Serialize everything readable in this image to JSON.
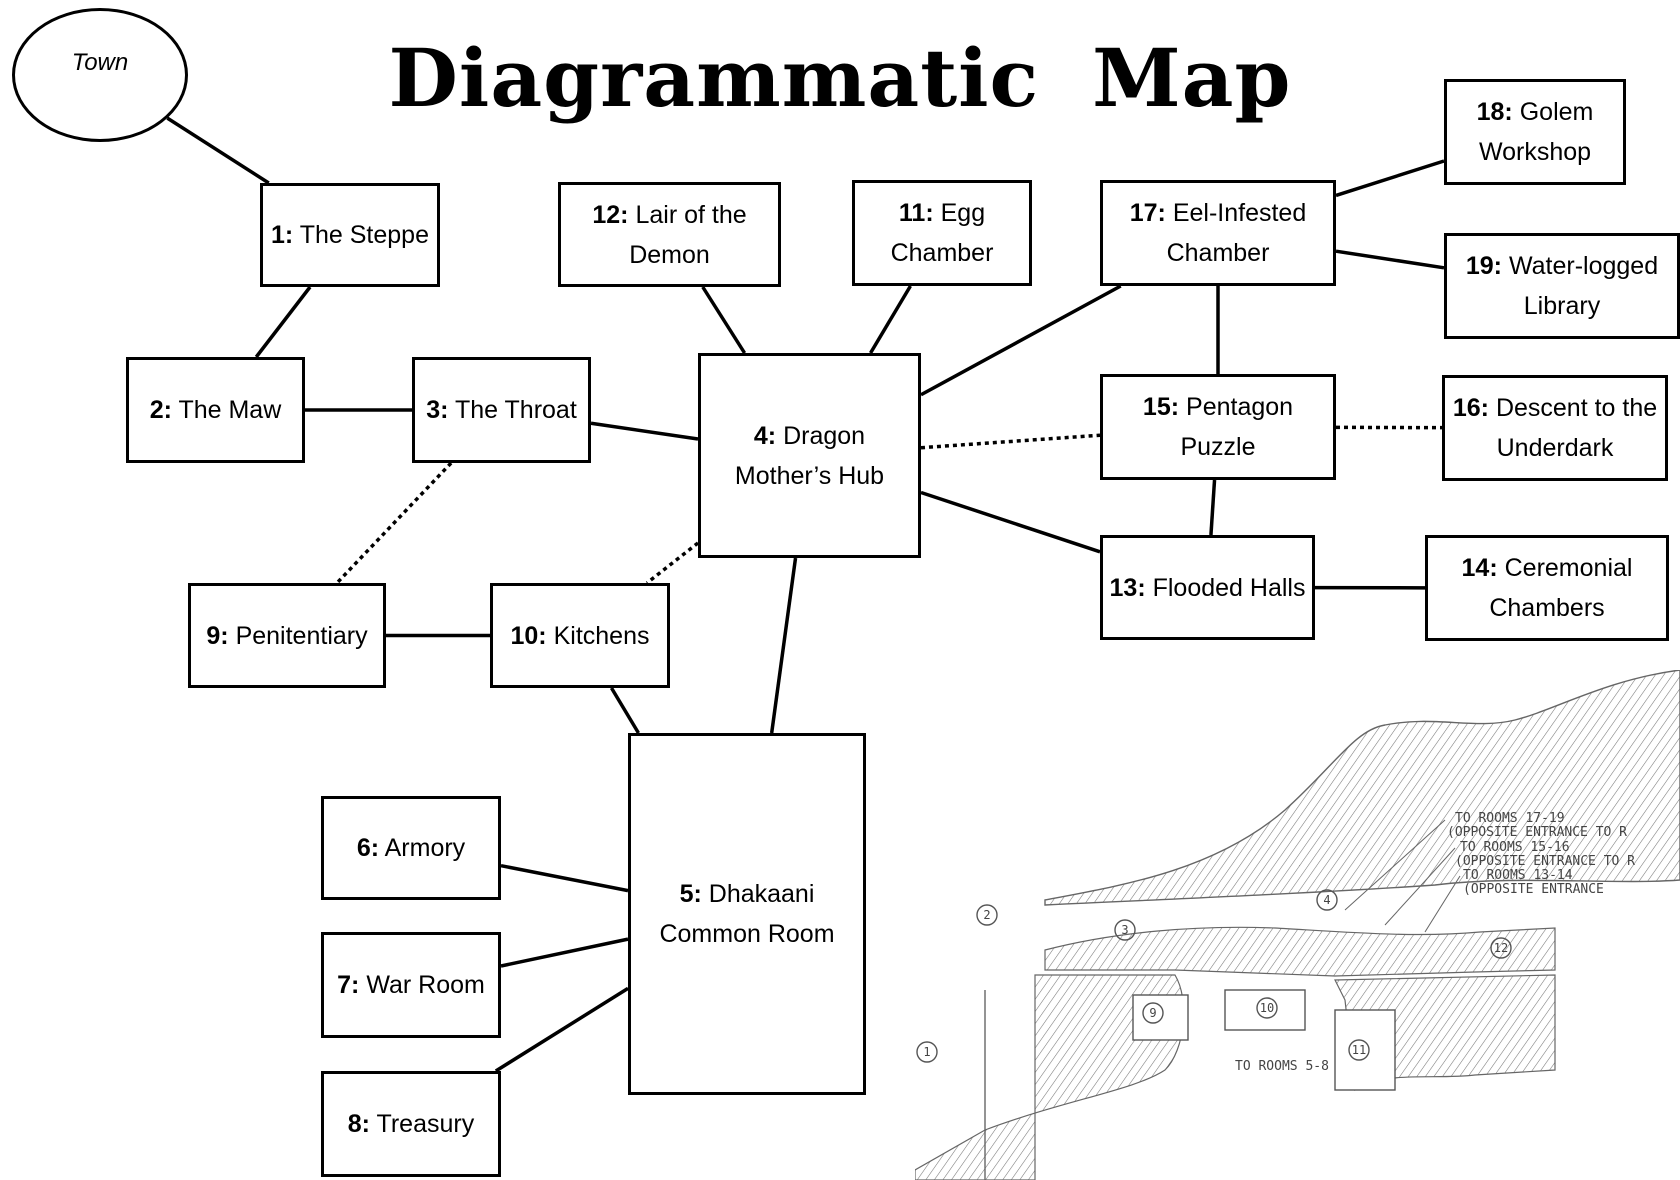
{
  "title": "Diagrammatic Map",
  "town": "Town",
  "rooms": {
    "r1": {
      "num": "1:",
      "name": "The Steppe"
    },
    "r2": {
      "num": "2:",
      "name": "The Maw"
    },
    "r3": {
      "num": "3:",
      "name": "The Throat"
    },
    "r4": {
      "num": "4:",
      "name": "Dragon Mother’s Hub"
    },
    "r5": {
      "num": "5:",
      "name": "Dhakaani Common Room"
    },
    "r6": {
      "num": "6:",
      "name": "Armory"
    },
    "r7": {
      "num": "7:",
      "name": "War Room"
    },
    "r8": {
      "num": "8:",
      "name": "Treasury"
    },
    "r9": {
      "num": "9:",
      "name": "Penitentiary"
    },
    "r10": {
      "num": "10:",
      "name": "Kitchens"
    },
    "r11": {
      "num": "11:",
      "name": "Egg Chamber"
    },
    "r12": {
      "num": "12:",
      "name": "Lair of the Demon"
    },
    "r13": {
      "num": "13:",
      "name": "Flooded Halls"
    },
    "r14": {
      "num": "14:",
      "name": "Ceremonial Chambers"
    },
    "r15": {
      "num": "15:",
      "name": "Pentagon Puzzle"
    },
    "r16": {
      "num": "16:",
      "name": "Descent to the Underdark"
    },
    "r17": {
      "num": "17:",
      "name": "Eel-Infested Chamber"
    },
    "r18": {
      "num": "18:",
      "name": "Golem Workshop"
    },
    "r19": {
      "num": "19:",
      "name": "Water-logged Library"
    }
  },
  "connections": [
    {
      "from": "town",
      "to": "r1",
      "style": "solid"
    },
    {
      "from": "r1",
      "to": "r2",
      "style": "solid"
    },
    {
      "from": "r2",
      "to": "r3",
      "style": "solid"
    },
    {
      "from": "r3",
      "to": "r4",
      "style": "solid"
    },
    {
      "from": "r3",
      "to": "r9",
      "style": "dotted"
    },
    {
      "from": "r4",
      "to": "r10",
      "style": "dotted"
    },
    {
      "from": "r9",
      "to": "r10",
      "style": "solid"
    },
    {
      "from": "r10",
      "to": "r5",
      "style": "solid"
    },
    {
      "from": "r4",
      "to": "r5",
      "style": "solid"
    },
    {
      "from": "r5",
      "to": "r6",
      "style": "solid"
    },
    {
      "from": "r5",
      "to": "r7",
      "style": "solid"
    },
    {
      "from": "r5",
      "to": "r8",
      "style": "solid"
    },
    {
      "from": "r12",
      "to": "r4",
      "style": "solid"
    },
    {
      "from": "r11",
      "to": "r4",
      "style": "solid"
    },
    {
      "from": "r4",
      "to": "r17",
      "style": "solid"
    },
    {
      "from": "r4",
      "to": "r15",
      "style": "dotted"
    },
    {
      "from": "r4",
      "to": "r13",
      "style": "solid"
    },
    {
      "from": "r17",
      "to": "r18",
      "style": "solid"
    },
    {
      "from": "r17",
      "to": "r19",
      "style": "solid"
    },
    {
      "from": "r17",
      "to": "r15",
      "style": "solid"
    },
    {
      "from": "r15",
      "to": "r16",
      "style": "dotted"
    },
    {
      "from": "r15",
      "to": "r13",
      "style": "solid"
    },
    {
      "from": "r13",
      "to": "r14",
      "style": "solid"
    }
  ],
  "sketch": {
    "notes": [
      "TO ROOMS 17-19",
      "(OPPOSITE ENTRANCE TO R",
      "TO ROOMS 15-16",
      "(OPPOSITE ENTRANCE TO R",
      "TO ROOMS 13-14",
      "(OPPOSITE ENTRANCE",
      "TO ROOMS 5-8"
    ],
    "markers": [
      "1",
      "2",
      "3",
      "4",
      "9",
      "10",
      "11",
      "12"
    ]
  }
}
